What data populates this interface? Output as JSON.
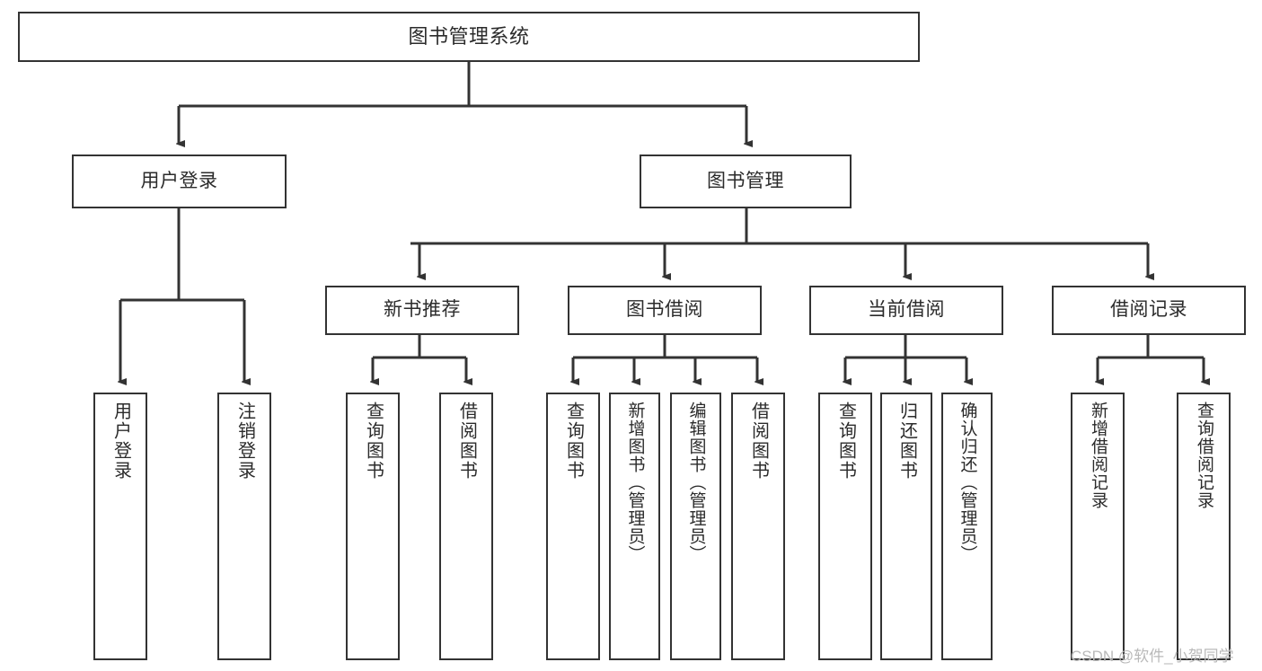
{
  "diagram": {
    "title": "图书管理系统",
    "type": "tree-hierarchy-diagram",
    "colors": {
      "box_border": "#333333",
      "box_fill": "#ffffff",
      "connector": "#333333",
      "text": "#2b2b2b",
      "watermark": "#b9b9b9",
      "background": "#ffffff"
    }
  },
  "nodes": {
    "root": {
      "label": "图书管理系统"
    },
    "level2": [
      {
        "id": "user-login",
        "label": "用户登录"
      },
      {
        "id": "book-management",
        "label": "图书管理"
      }
    ],
    "level3": [
      {
        "id": "new-book-recommend",
        "label": "新书推荐"
      },
      {
        "id": "book-borrow",
        "label": "图书借阅"
      },
      {
        "id": "current-borrow",
        "label": "当前借阅"
      },
      {
        "id": "borrow-record",
        "label": "借阅记录"
      }
    ],
    "leaves": [
      {
        "id": "leaf-user-login",
        "label": "用户登录",
        "parent": "user-login"
      },
      {
        "id": "leaf-user-logout",
        "label": "注销登录",
        "parent": "user-login"
      },
      {
        "id": "leaf-query-book-1",
        "label": "查询图书",
        "parent": "new-book-recommend"
      },
      {
        "id": "leaf-borrow-book-1",
        "label": "借阅图书",
        "parent": "new-book-recommend"
      },
      {
        "id": "leaf-query-book-2",
        "label": "查询图书",
        "parent": "book-borrow"
      },
      {
        "id": "leaf-add-book",
        "label": "新增图书（管理员）",
        "parent": "book-borrow"
      },
      {
        "id": "leaf-edit-book",
        "label": "编辑图书（管理员）",
        "parent": "book-borrow"
      },
      {
        "id": "leaf-borrow-book-2",
        "label": "借阅图书",
        "parent": "book-borrow"
      },
      {
        "id": "leaf-query-book-3",
        "label": "查询图书",
        "parent": "current-borrow"
      },
      {
        "id": "leaf-return-book",
        "label": "归还图书",
        "parent": "current-borrow"
      },
      {
        "id": "leaf-confirm-return",
        "label": "确认归还（管理员）",
        "parent": "current-borrow"
      },
      {
        "id": "leaf-add-record",
        "label": "新增借阅记录",
        "parent": "borrow-record"
      },
      {
        "id": "leaf-query-record",
        "label": "查询借阅记录",
        "parent": "borrow-record"
      }
    ]
  },
  "watermark": {
    "text": "CSDN @软件_小贺同学"
  }
}
